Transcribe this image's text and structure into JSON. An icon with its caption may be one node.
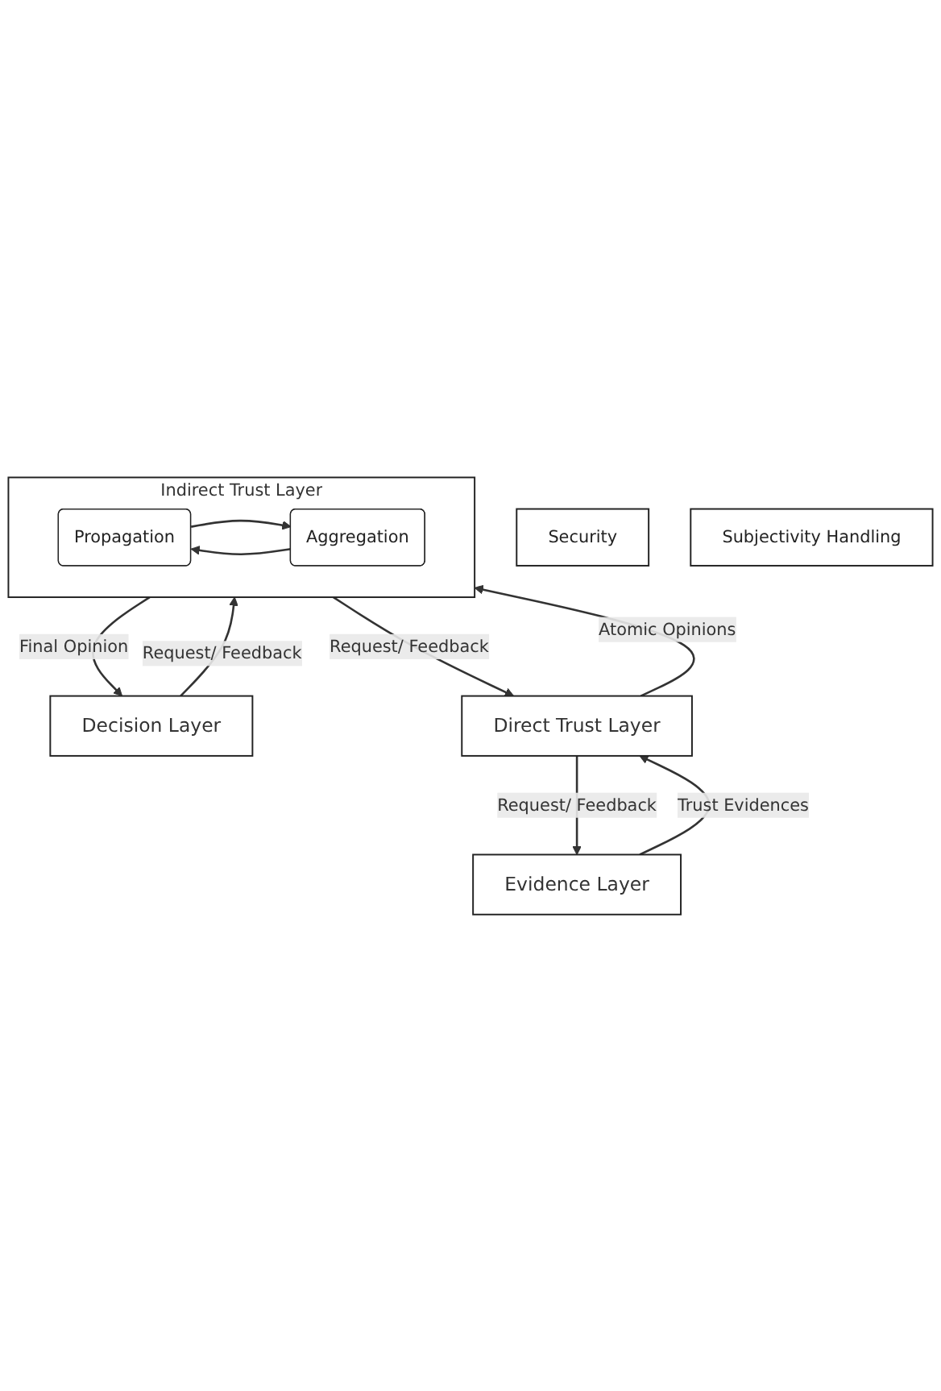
{
  "diagram": {
    "nodes": [
      {
        "text": [
          "Decision Layer"
        ]
      },
      {
        "text": [
          "Indirect Trust Layer"
        ]
      },
      {
        "text": [
          "Propagation"
        ],
        "in": 1
      },
      {
        "text": [
          "Aggregation"
        ],
        "in": 1
      },
      {
        "text": [
          "Direct Trust Layer"
        ]
      },
      {
        "text": [
          "Evidence Layer"
        ]
      },
      {
        "text": [
          "Security"
        ]
      },
      {
        "text": [
          "Subjectivity Handling"
        ]
      }
    ],
    "edges": [
      {
        "from": 0,
        "to": 1,
        "arrow": "to",
        "label": "Request/ Feedback"
      },
      {
        "from": 1,
        "to": 0,
        "arrow": "to",
        "label": "Final Opinion"
      },
      {
        "from": 2,
        "to": 3,
        "arrow": "to"
      },
      {
        "from": 3,
        "to": 2,
        "arrow": "to"
      },
      {
        "from": 1,
        "to": 4,
        "arrow": "to",
        "label": "Request/ Feedback"
      },
      {
        "from": 4,
        "to": 1,
        "arrow": "to",
        "label": "Atomic Opinions"
      },
      {
        "from": 4,
        "to": 5,
        "arrow": "to",
        "label": "Request/ Feedback"
      },
      {
        "from": 5,
        "to": 4,
        "arrow": "to",
        "label": "Trust Evidences"
      }
    ]
  }
}
